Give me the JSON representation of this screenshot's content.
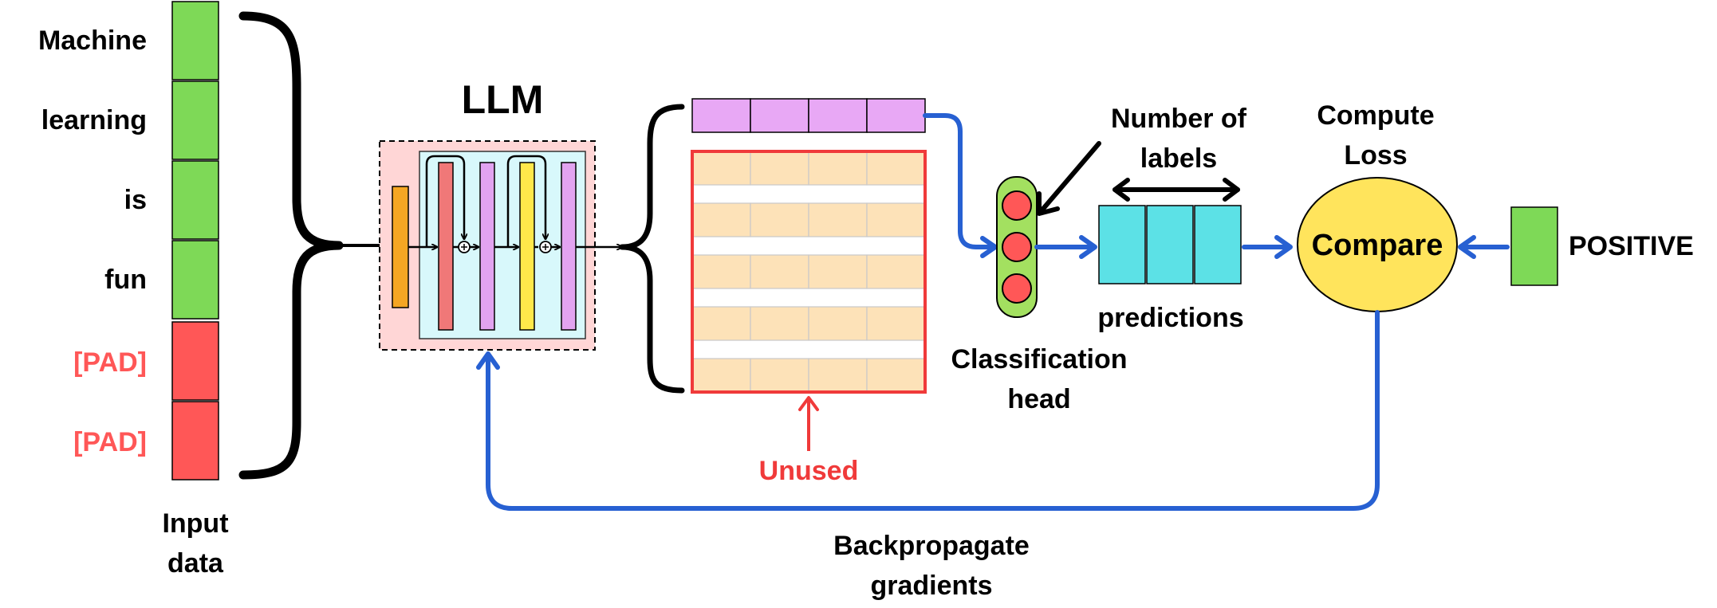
{
  "title": "LLM",
  "inputs": {
    "tokens": [
      "Machine",
      "learning",
      "is",
      "fun",
      "[PAD]",
      "[PAD]"
    ],
    "caption_line1": "Input",
    "caption_line2": "data"
  },
  "labels": {
    "unused": "Unused",
    "head_line1": "Classification",
    "head_line2": "head",
    "num_labels_line1": "Number of",
    "num_labels_line2": "labels",
    "predictions": "predictions",
    "loss_line1": "Compute",
    "loss_line2": "Loss",
    "compare": "Compare",
    "target": "POSITIVE",
    "backprop_line1": "Backpropagate",
    "backprop_line2": "gradients"
  },
  "colors": {
    "token": "#7ed957",
    "pad": "#ff5757",
    "pad_text": "#ff5757",
    "llm_bg": "#ffd6d6",
    "inner_bg": "#d8f8fb",
    "first_output": "#e8a8f5",
    "unused_cell": "#fde2b8",
    "unused_border": "#f03a3a",
    "head_bg": "#a3e060",
    "prediction": "#5ce1e6",
    "compare_fill": "#ffe45c",
    "flow_arrow": "#2760d2"
  }
}
